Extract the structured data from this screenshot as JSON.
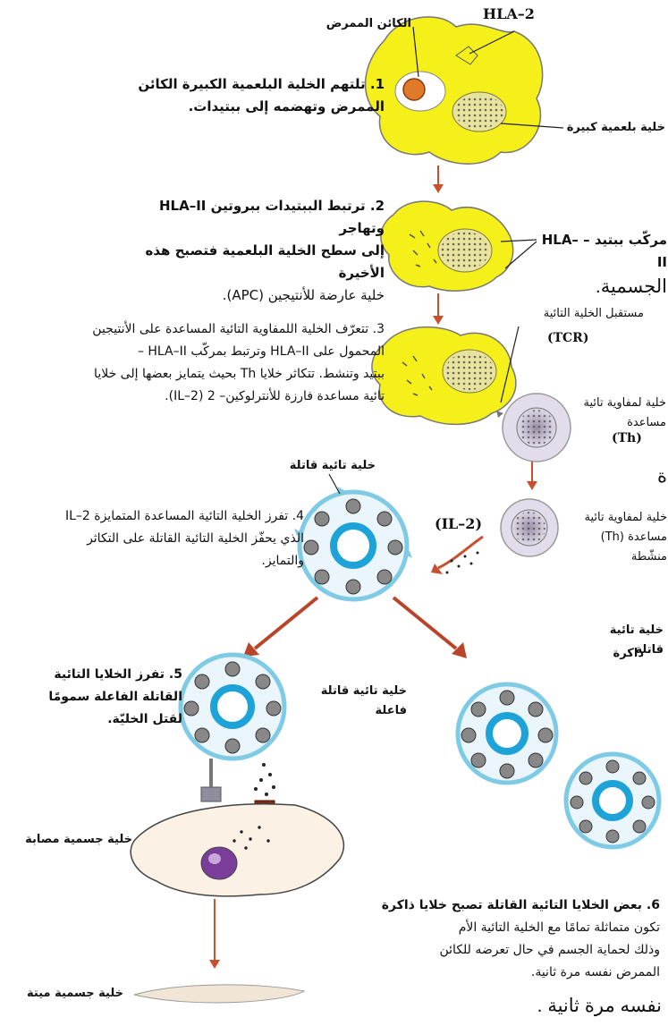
{
  "labels": {
    "pathogen": "الكائن الممرض",
    "hla_top": "HLA–2",
    "macrophage": "خلية بلعمية كبيرة",
    "peptide_complex": "مركّب ببتيد – HLA–II",
    "tcr_receptor": "مستقبل الخلية التائية",
    "tcr_abbr": "(TCR)",
    "th_cell": "خلية لمفاوية تائية مساعدة",
    "th_abbr": "(Th)",
    "il2": "(IL–2)",
    "killer_cell": "خلية تائية قاتلة",
    "th_activated": "خلية لمفاوية تائية مساعدة (Th) منشّطة",
    "active_killer": "خلية تائية قاتلة فاعلة",
    "memory_killer_1": "خلية تائية قاتلة",
    "memory_killer_2": "ذاكرة",
    "infected_cell": "خلية جسمية مصابة",
    "dead_cell": "خلية جسمية ميتة"
  },
  "steps": {
    "s1_line1": "1. تلتهم الخلية البلعمية الكبيرة الكائن",
    "s1_line2": "الممرض وتهضمه إلى ببتيدات.",
    "s2_line1": "2. ترتبط الببتيدات ببروتين HLA–II وتهاجر",
    "s2_line2": "إلى سطح الخلية البلعمية فتصبح هذه الأخيرة",
    "s2_line3": "خلية عارضة للأنتيجين (APC).",
    "s3_line1": "3. تتعرّف الخلية اللمفاوية التائية المساعدة على الأنتيجين",
    "s3_line2": "المحمول على HLA–II وترتبط بمركّب HLA–II –",
    "s3_line3": "ببتيد وتنشط. تتكاثر خلايا Th بحيث يتمايز بعضها إلى خلايا",
    "s3_line4": "تائية مساعدة فارزة للأنترلوكين– 2 (IL–2).",
    "s4_line1": "4. تفرز الخلية التائية المساعدة المتمايزة IL–2",
    "s4_line2": "الذي يحفّز الخلية التائية القاتلة على التكاثر",
    "s4_line3": "والتمايز.",
    "s5_line1": "5. تفرز الخلايا التائية",
    "s5_line2": "القاتلة الفاعلة سمومًا",
    "s5_line3": "لقتل الخليّة.",
    "s6_line1": "6. بعض الخلايا التائية القاتلة تصبح خلايا ذاكرة",
    "s6_line2": "تكون متماثلة تمامًا مع الخلية التائية الأم",
    "s6_line3": "وذلك لحماية الجسم في حال تعرضه للكائن",
    "s6_line4": "الممرض نفسه مرة ثانية."
  },
  "overlay": {
    "word1": "الجسمية.",
    "word2": "ة",
    "bottom": "نفسه مرة ثانية ."
  },
  "colors": {
    "macrophage": "#f5ef1a",
    "cell_ring": "#7fcbe6",
    "nucleus_ring": "#1ea3d8",
    "arrow_red": "#c8502c",
    "th_cell": "#d9cfe0",
    "infected_nucleus": "#7a3d9a"
  }
}
